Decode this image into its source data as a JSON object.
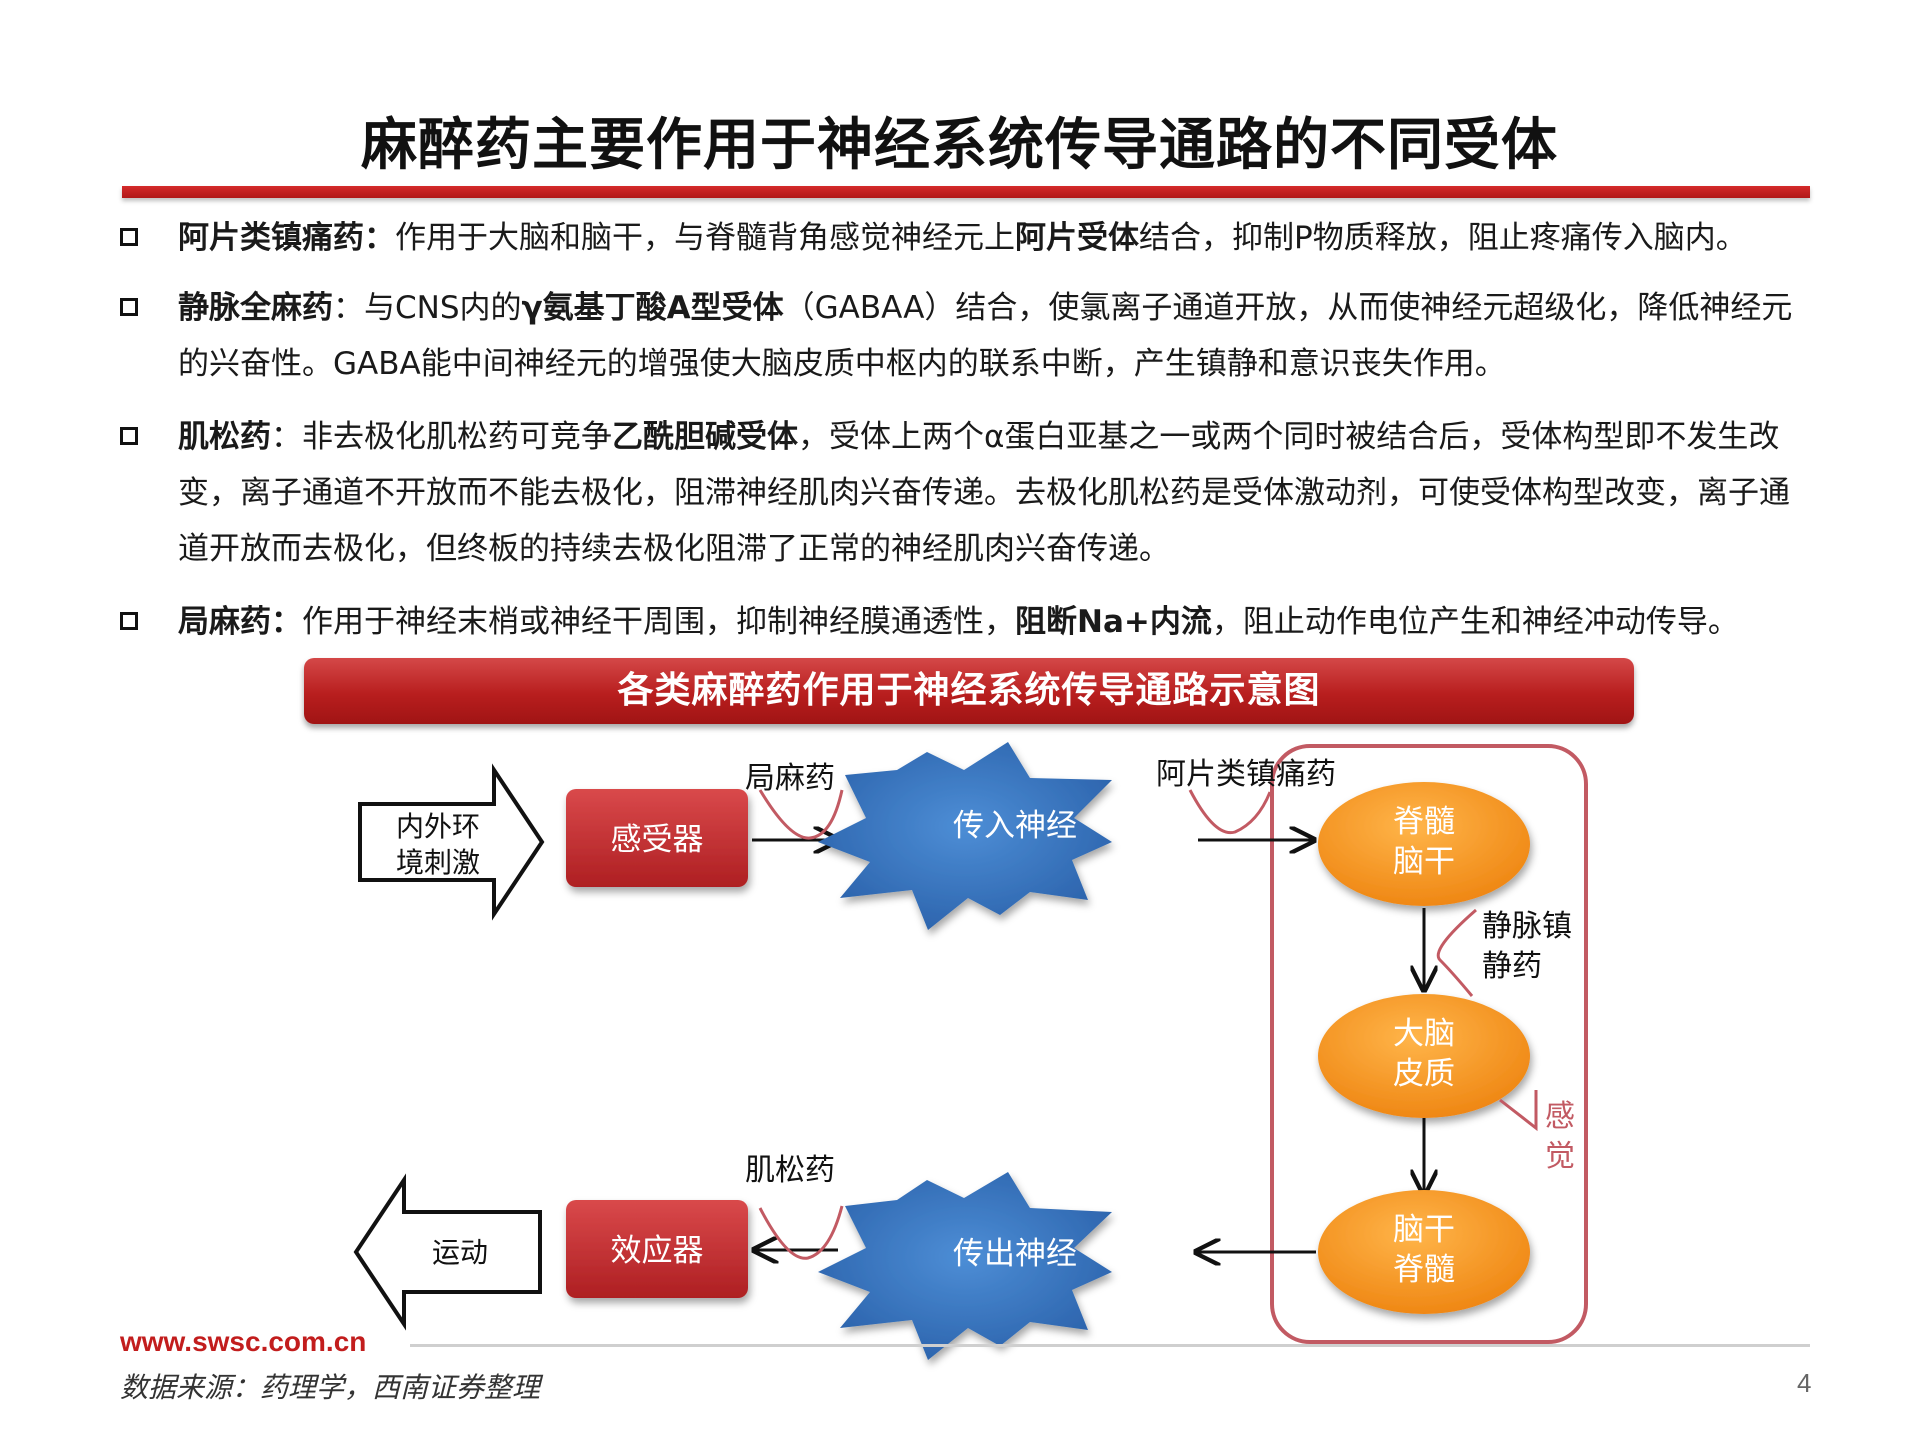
{
  "title": "麻醉药主要作用于神经系统传导通路的不同受体",
  "bullets": [
    {
      "parts": [
        {
          "t": "阿片类镇痛药：",
          "b": true
        },
        {
          "t": "作用于大脑和脑干，与脊髓背角感觉神经元上",
          "b": false
        },
        {
          "t": "阿片受体",
          "b": true
        },
        {
          "t": "结合，抑制P物质释放，阻止疼痛传入脑内。",
          "b": false
        }
      ]
    },
    {
      "parts": [
        {
          "t": "静脉全麻药",
          "b": true
        },
        {
          "t": "：与CNS内的",
          "b": false
        },
        {
          "t": "γ氨基丁酸A型受体",
          "b": true
        },
        {
          "t": "（GABAA）结合，使氯离子通道开放，从而使神经元超级化，降低神经元的兴奋性。GABA能中间神经元的增强使大脑皮质中枢内的联系中断，产生镇静和意识丧失作用。",
          "b": false
        }
      ]
    },
    {
      "parts": [
        {
          "t": "肌松药",
          "b": true
        },
        {
          "t": "：非去极化肌松药可竞争",
          "b": false
        },
        {
          "t": "乙酰胆碱受体",
          "b": true
        },
        {
          "t": "，受体上两个α蛋白亚基之一或两个同时被结合后，受体构型即不发生改变，离子通道不开放而不能去极化，阻滞神经肌肉兴奋传递。去极化肌松药是受体激动剂，可使受体构型改变，离子通道开放而去极化，但终板的持续去极化阻滞了正常的神经肌肉兴奋传递。",
          "b": false
        }
      ]
    },
    {
      "parts": [
        {
          "t": "局麻药：",
          "b": true
        },
        {
          "t": "作用于神经末梢或神经干周围，抑制神经膜通透性，",
          "b": false
        },
        {
          "t": "阻断Na+内流",
          "b": true
        },
        {
          "t": "，阻止动作电位产生和神经冲动传导。",
          "b": false
        }
      ]
    }
  ],
  "diagram": {
    "banner": "各类麻醉药作用于神经系统传导通路示意图",
    "stimulus": [
      "内外环",
      "境刺激"
    ],
    "receptor": "感受器",
    "afferent": "传入神经",
    "spinal_top": [
      "脊髓",
      "脑干"
    ],
    "cortex": [
      "大脑",
      "皮质"
    ],
    "spinal_bottom": [
      "脑干",
      "脊髓"
    ],
    "efferent": "传出神经",
    "effector": "效应器",
    "movement": "运动",
    "local_anesthetic": "局麻药",
    "opioid": "阿片类镇痛药",
    "iv_sedative": [
      "静脉镇",
      "静药"
    ],
    "sensation": [
      "感",
      "觉"
    ],
    "muscle_relaxant": "肌松药"
  },
  "colors": {
    "title_bar": "#c21d1d",
    "red_box": "#c0282a",
    "orange_oval": "#f39419",
    "blue_star": "#3a78c2",
    "group_border": "#c25a63"
  },
  "footer": {
    "url": "www.swsc.com.cn",
    "source": "数据来源：药理学，西南证券整理",
    "page": "4"
  }
}
